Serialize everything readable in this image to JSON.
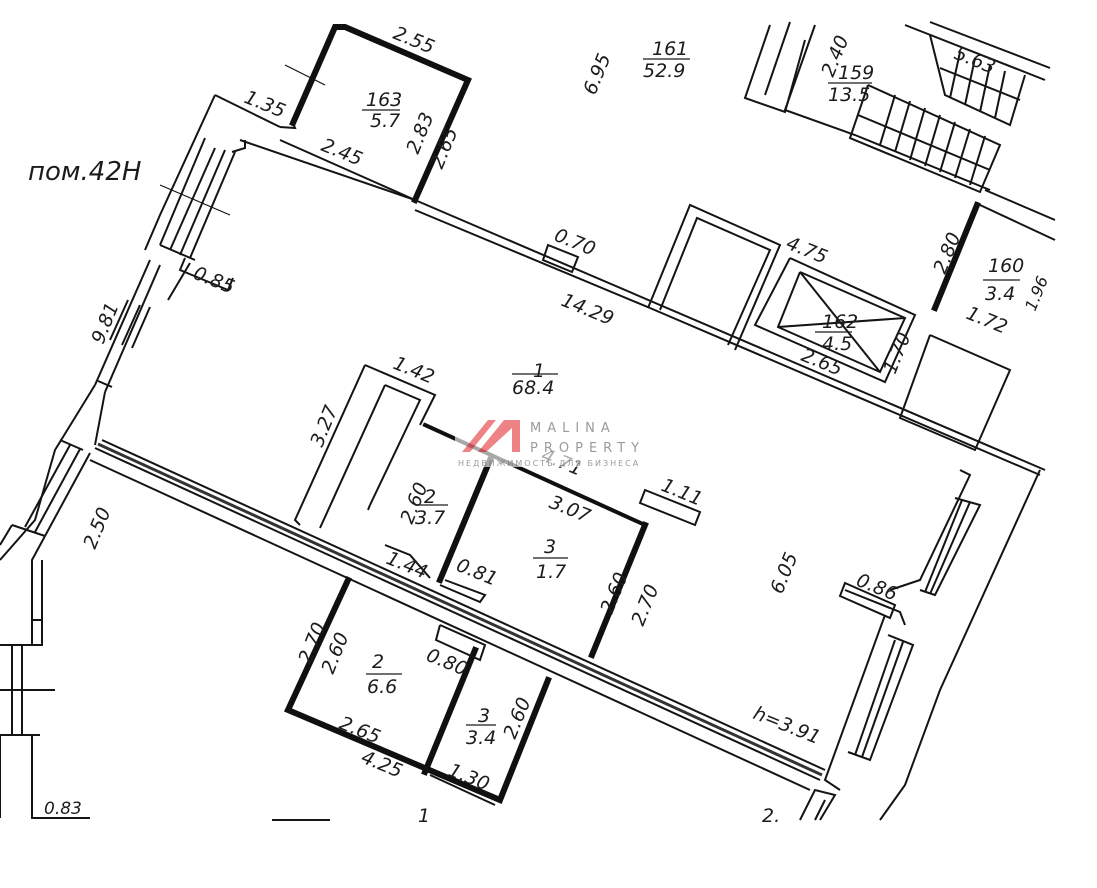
{
  "premises": {
    "label": "пом.42Н"
  },
  "rooms": [
    {
      "id": "room-1",
      "number": "1",
      "area": "68.4"
    },
    {
      "id": "room-2-upper",
      "number": "2",
      "area": "3.7"
    },
    {
      "id": "room-3-upper",
      "number": "3",
      "area": "1.7"
    },
    {
      "id": "room-2-lower",
      "number": "2",
      "area": "6.6"
    },
    {
      "id": "room-3-lower",
      "number": "3",
      "area": "3.4"
    },
    {
      "id": "room-159",
      "number": "159",
      "area": "13.5"
    },
    {
      "id": "room-160",
      "number": "160",
      "area": "3.4"
    },
    {
      "id": "room-161",
      "number": "161",
      "area": "52.9"
    },
    {
      "id": "room-162",
      "number": "162",
      "area": "4.5"
    },
    {
      "id": "room-163",
      "number": "163",
      "area": "5.7"
    }
  ],
  "dimensions": {
    "d_2_55": "2.55",
    "d_1_35": "1.35",
    "d_2_45": "2.45",
    "d_2_83": "2.83",
    "d_2_65_a": "2.65",
    "d_6_95": "6.95",
    "d_2_40": "2.40",
    "d_5_63": "5.63",
    "d_0_70": "0.70",
    "d_0_85": "0.85",
    "d_9_81": "9.81",
    "d_14_29": "14.29",
    "d_4_75": "4.75",
    "d_2_80": "2.80",
    "d_1_96": "1.96",
    "d_1_72": "1.72",
    "d_2_65_b": "2.65",
    "d_1_70": "1.70",
    "d_1_42": "1.42",
    "d_3_27": "3.27",
    "d_4_71": "4.71",
    "d_3_07": "3.07",
    "d_1_11": "1.11",
    "d_2_60_a": "2.60",
    "d_1_44": "1.44",
    "d_0_81": "0.81",
    "d_2_60_b": "2.60",
    "d_2_70_a": "2.70",
    "d_6_05": "6.05",
    "d_0_86": "0.86",
    "d_2_50": "2.50",
    "d_2_70_b": "2.70",
    "d_2_60_c": "2.60",
    "d_0_80": "0.80",
    "d_2_65_c": "2.65",
    "d_4_25": "4.25",
    "d_1_30": "1.30",
    "d_2_60_d": "2.60",
    "d_0_83": "0.83",
    "ceiling_height": "h=3.91"
  },
  "bottom_marks": {
    "m1": "1",
    "m2": "2."
  },
  "watermark": {
    "brand_line1": "MALINA",
    "brand_line2": "PROPERTY",
    "tagline": "НЕДВИЖИМОСТЬ ДЛЯ БИЗНЕСА",
    "accent_color": "#e5484d"
  }
}
